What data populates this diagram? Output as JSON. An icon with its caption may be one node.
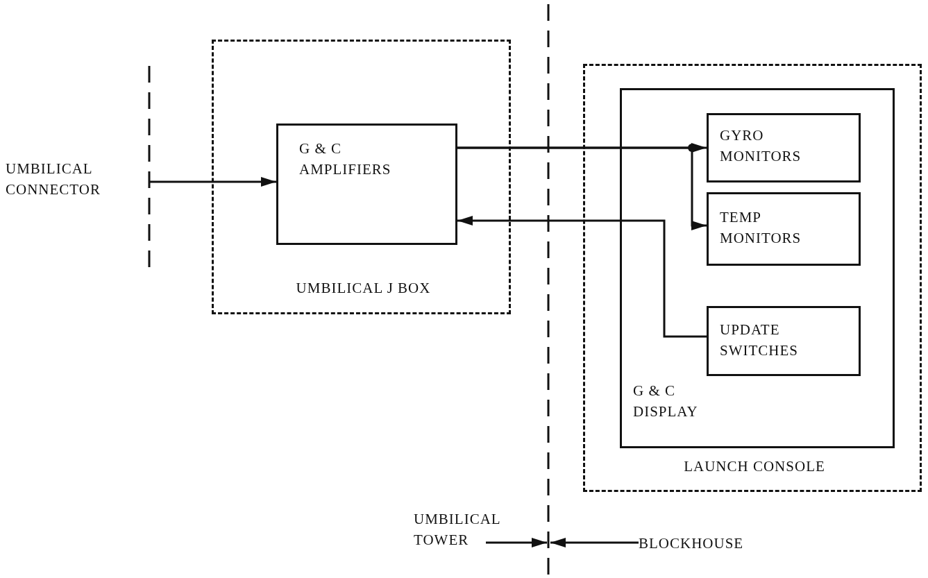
{
  "diagram": {
    "nodes": [
      {
        "text": [
          "UMBILICAL CONNECTOR"
        ]
      },
      {
        "text": [
          "UMBILICAL J BOX"
        ]
      },
      {
        "text": [
          "G & C AMPLIFIERS"
        ],
        "in": 1
      },
      {
        "text": [
          "LAUNCH CONSOLE"
        ]
      },
      {
        "text": [
          "G & C DISPLAY"
        ],
        "in": 3
      },
      {
        "text": [
          "GYRO MONITORS"
        ],
        "in": 4
      },
      {
        "text": [
          "TEMP MONITORS"
        ],
        "in": 4
      },
      {
        "text": [
          "UPDATE SWITCHES"
        ],
        "in": 4
      },
      {
        "text": [
          "UMBILICAL TOWER"
        ]
      },
      {
        "text": [
          "BLOCKHOUSE"
        ]
      }
    ],
    "edges": [
      {
        "from": 0,
        "to": 2,
        "arrow": "to"
      },
      {
        "from": 2,
        "to": 5,
        "arrow": "to"
      },
      {
        "from": 2,
        "to": 6,
        "arrow": "to"
      },
      {
        "from": 7,
        "to": 2,
        "arrow": "to"
      },
      {
        "from": 8,
        "to": null,
        "arrow": "to"
      },
      {
        "from": 9,
        "to": null,
        "arrow": "to"
      }
    ]
  }
}
